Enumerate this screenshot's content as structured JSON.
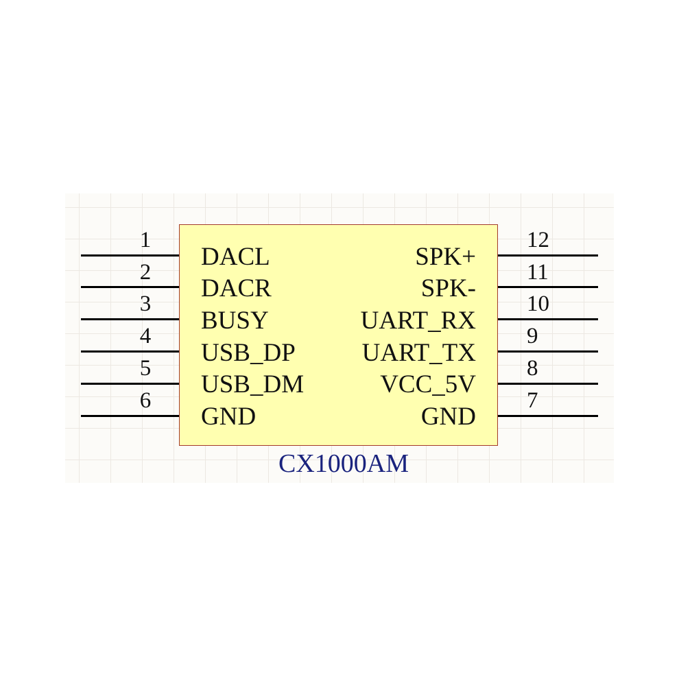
{
  "component": {
    "part_name": "CX1000AM",
    "colors": {
      "body_fill": "#ffffb0",
      "body_border": "#a33a2b",
      "label": "#1a237e",
      "pin_line": "#000000",
      "grid": "#ece8e2"
    },
    "left_pins": [
      {
        "number": "1",
        "name": "DACL"
      },
      {
        "number": "2",
        "name": "DACR"
      },
      {
        "number": "3",
        "name": "BUSY"
      },
      {
        "number": "4",
        "name": "USB_DP"
      },
      {
        "number": "5",
        "name": "USB_DM"
      },
      {
        "number": "6",
        "name": "GND"
      }
    ],
    "right_pins": [
      {
        "number": "12",
        "name": "SPK+"
      },
      {
        "number": "11",
        "name": "SPK-"
      },
      {
        "number": "10",
        "name": "UART_RX"
      },
      {
        "number": "9",
        "name": "UART_TX"
      },
      {
        "number": "8",
        "name": "VCC_5V"
      },
      {
        "number": "7",
        "name": "GND"
      }
    ]
  }
}
